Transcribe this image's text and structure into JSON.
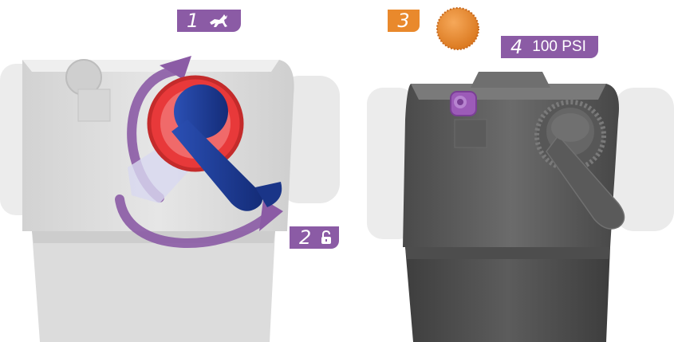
{
  "steps": [
    {
      "number": "1",
      "icon": "deer-running-icon",
      "color": "#8b5ba5"
    },
    {
      "number": "2",
      "icon": "padlock-open-icon",
      "color": "#8b5ba5"
    },
    {
      "number": "3",
      "icon": "valve-cap-icon",
      "color": "#e9892c"
    },
    {
      "number": "4",
      "label": "100 PSI",
      "color": "#8b5ba5"
    }
  ],
  "colors": {
    "purple_arrow": "#8b5ba5",
    "dial_red": "#e8393a",
    "lever_blue": "#1f3f9e",
    "valve_purple": "#9c5bb8",
    "cap_orange": "#e9892c",
    "shock_light_gray": "#e4e4e4",
    "shock_dark_gray": "#555555"
  }
}
